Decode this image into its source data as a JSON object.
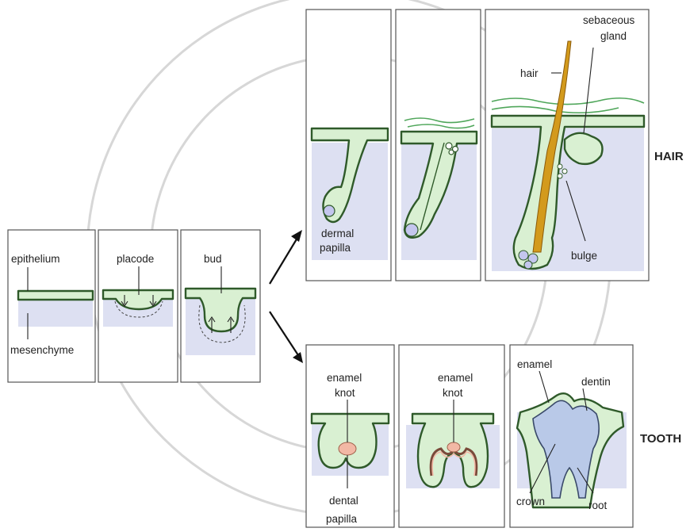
{
  "labels": {
    "epithelium": "epithelium",
    "mesenchyme": "mesenchyme",
    "placode": "placode",
    "bud": "bud",
    "dermal_line1": "dermal",
    "dermal_line2": "papilla",
    "hair": "hair",
    "sebaceous_line1": "sebaceous",
    "sebaceous_line2": "gland",
    "bulge": "bulge",
    "enamel_knot1_line1": "enamel",
    "enamel_knot1_line2": "knot",
    "enamel_knot2_line1": "enamel",
    "enamel_knot2_line2": "knot",
    "dental_line1": "dental",
    "dental_line2": "papilla",
    "enamel": "enamel",
    "dentin": "dentin",
    "crown": "crown",
    "root": "root"
  },
  "row_titles": {
    "hair": "HAIR",
    "tooth": "TOOTH"
  },
  "colors": {
    "epithelium_fill": "#d9f0d2",
    "epithelium_stroke": "#2f5a2a",
    "mesenchyme": "#dde0f2",
    "hair_shaft": "#d39a1c",
    "enamel_knot": "#f2b8a5",
    "tooth": "#b9c9e8"
  }
}
